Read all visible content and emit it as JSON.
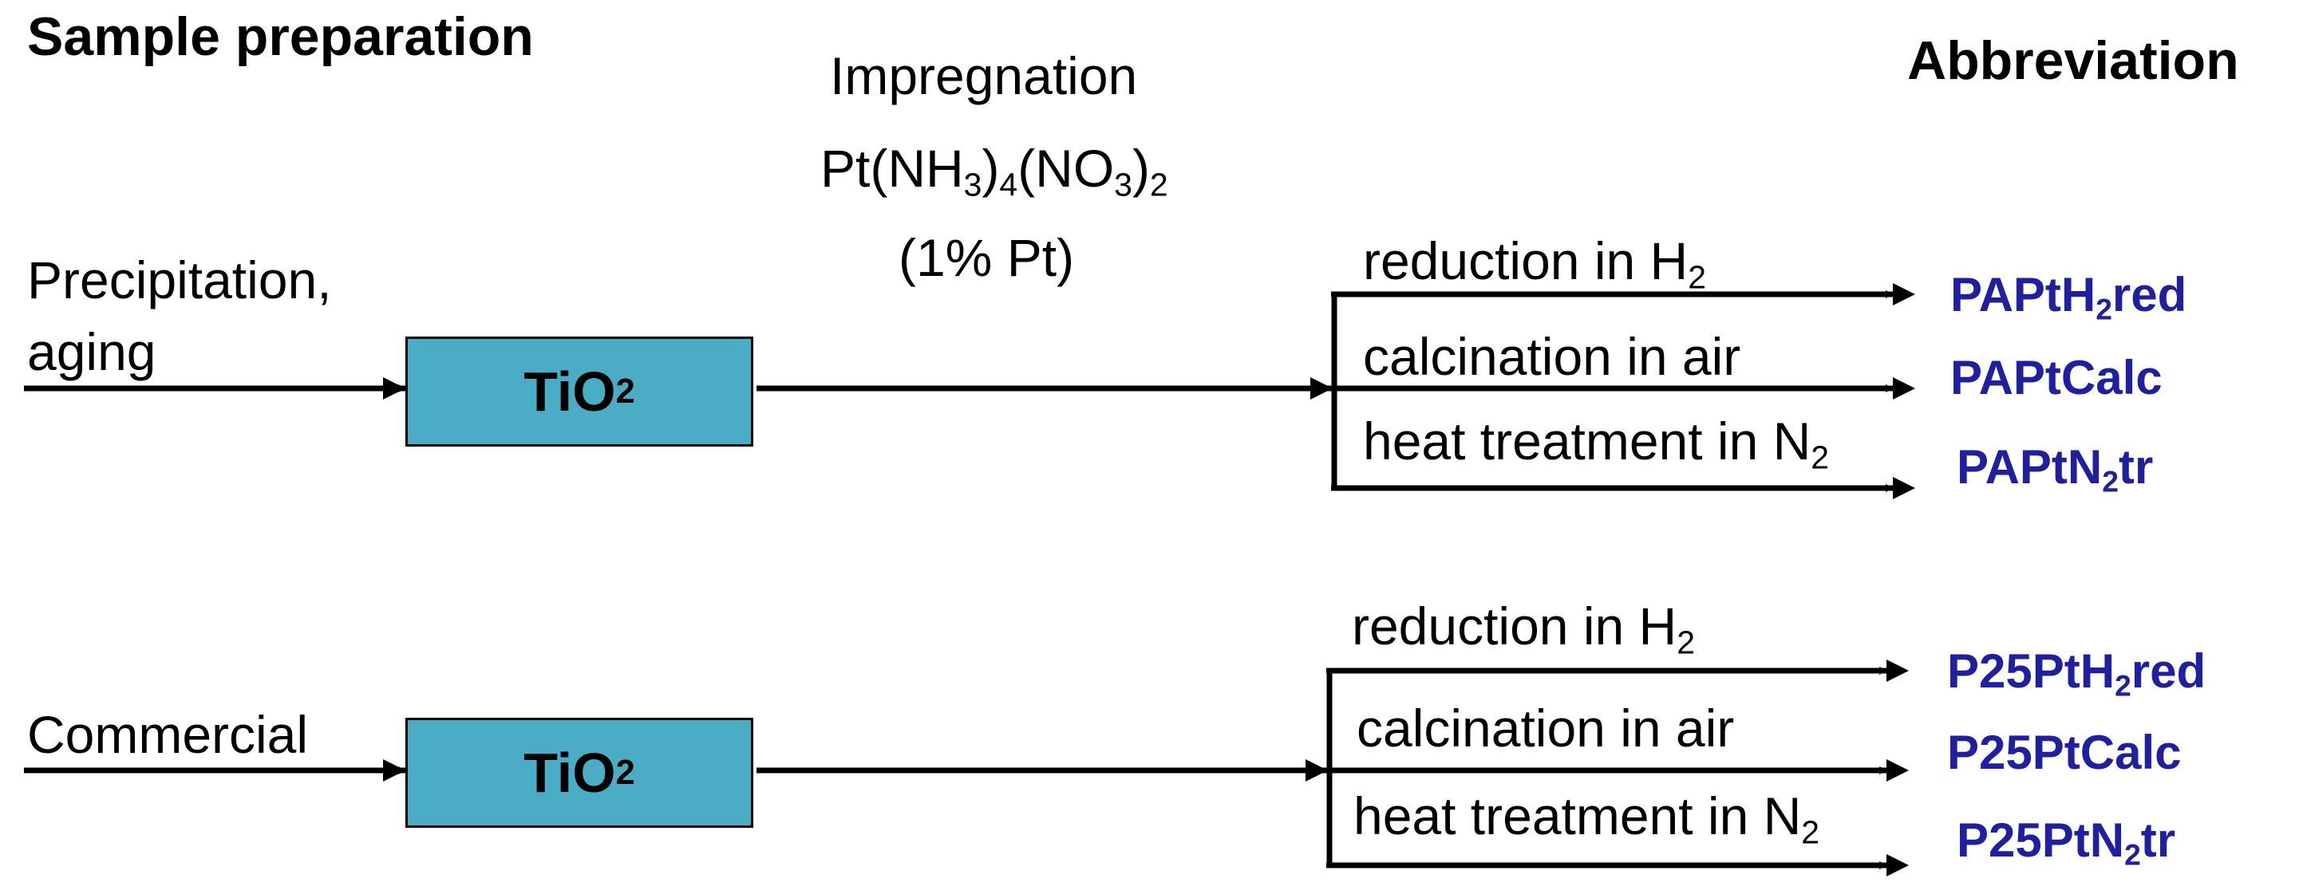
{
  "header": {
    "sample_preparation": "Sample preparation",
    "abbreviation": "Abbreviation"
  },
  "impregnation": {
    "line1": "Impregnation",
    "line2_a": "Pt(NH",
    "line2_b": "3",
    "line2_c": ")",
    "line2_d": "4",
    "line2_e": "(NO",
    "line2_f": "3",
    "line2_g": ")",
    "line2_h": "2",
    "line3": "(1% Pt)"
  },
  "row1": {
    "input_line1": "Precipitation,",
    "input_line2": "aging",
    "box_main": "TiO",
    "box_sub": "2",
    "treatments": [
      {
        "main": "reduction in H",
        "sub": "2"
      },
      {
        "main": "calcination in air",
        "sub": ""
      },
      {
        "main": "heat treatment in N",
        "sub": "2"
      }
    ],
    "abbreviations": [
      {
        "pre": "PAPtH",
        "sub": "2",
        "post": "red"
      },
      {
        "pre": "PAPtCalc",
        "sub": "",
        "post": ""
      },
      {
        "pre": "PAPtN",
        "sub": "2",
        "post": "tr"
      }
    ]
  },
  "row2": {
    "input_line1": "Commercial",
    "box_main": "TiO",
    "box_sub": "2",
    "treatments": [
      {
        "main": "reduction in H",
        "sub": "2"
      },
      {
        "main": "calcination in air",
        "sub": ""
      },
      {
        "main": "heat treatment in N",
        "sub": "2"
      }
    ],
    "abbreviations": [
      {
        "pre": "P25PtH",
        "sub": "2",
        "post": "red"
      },
      {
        "pre": "P25PtCalc",
        "sub": "",
        "post": ""
      },
      {
        "pre": "P25PtN",
        "sub": "2",
        "post": "tr"
      }
    ]
  },
  "colors": {
    "box_fill": "#4bacc6",
    "abbreviation_text": "#1f1fa0",
    "line": "#000000"
  }
}
